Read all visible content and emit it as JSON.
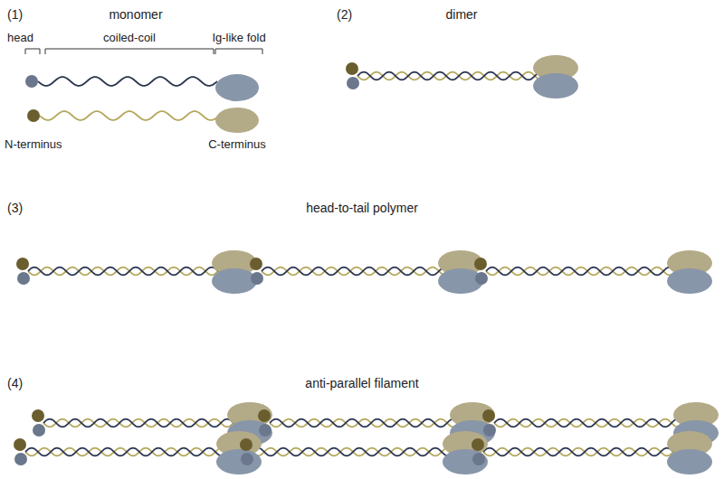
{
  "diagram": {
    "labels": [
      "(1)",
      "monomer",
      "head",
      "coiled-coil",
      "Ig-like fold",
      "N-terminus",
      "C-terminus",
      "(2)",
      "dimer",
      "(3)",
      "head-to-tail polymer",
      "(4)",
      "anti-parallel filament"
    ]
  }
}
